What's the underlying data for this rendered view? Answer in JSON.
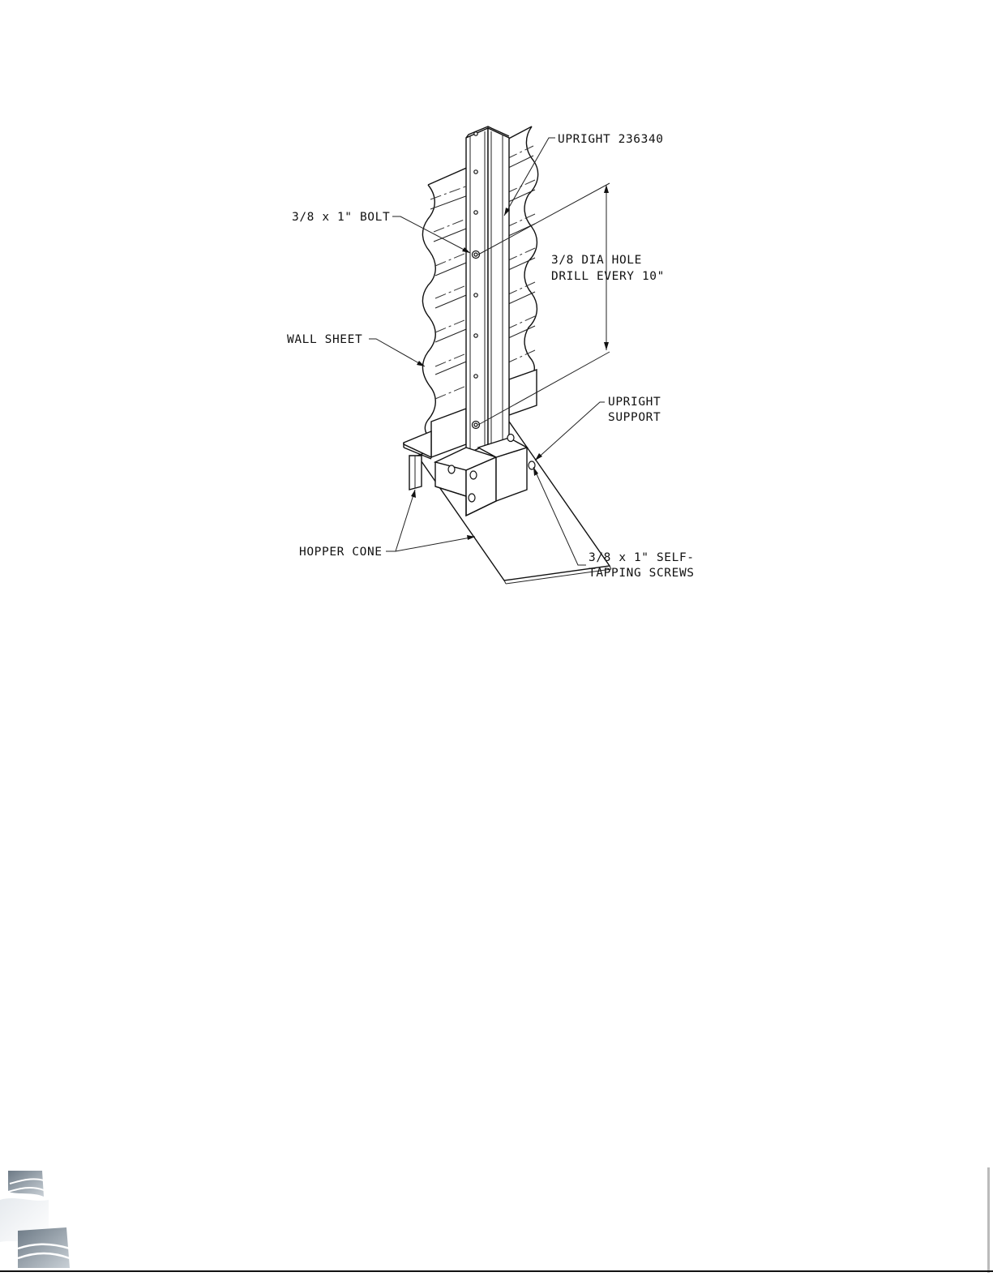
{
  "figure": {
    "labels": {
      "upright": "UPRIGHT 236340",
      "bolt": "3/8 x 1\" BOLT",
      "hole_line1": "3/8 DIA HOLE",
      "hole_line2": "DRILL EVERY 10\"",
      "wall_sheet": "WALL SHEET",
      "upright_support_line1": "UPRIGHT",
      "upright_support_line2": "SUPPORT",
      "hopper_cone": "HOPPER CONE",
      "screws_line1": "3/8 x 1\" SELF-",
      "screws_line2": "TAPPING SCREWS"
    }
  },
  "footer": {
    "logo_icon": "company-logo-icon"
  }
}
